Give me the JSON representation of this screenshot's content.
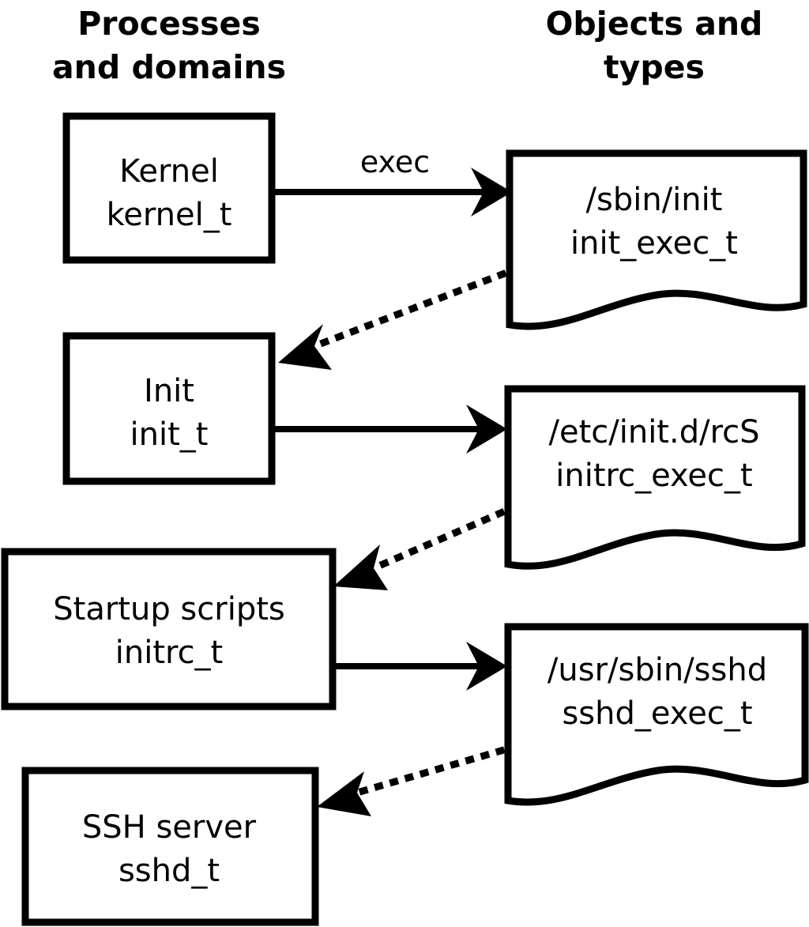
{
  "diagram": {
    "title_columns": {
      "left": "Processes\nand domains",
      "left_line1": "Processes",
      "left_line2": "and domains",
      "right_line1": "Objects and",
      "right_line2": "types"
    },
    "process_nodes": [
      {
        "id": "kernel",
        "name_line1": "Kernel",
        "name_line2": "kernel_t",
        "shape": "rectangle"
      },
      {
        "id": "init",
        "name_line1": "Init",
        "name_line2": "init_t",
        "shape": "rectangle"
      },
      {
        "id": "initrc",
        "name_line1": "Startup scripts",
        "name_line2": "initrc_t",
        "shape": "rectangle"
      },
      {
        "id": "sshd",
        "name_line1": "SSH server",
        "name_line2": "sshd_t",
        "shape": "rectangle"
      }
    ],
    "object_nodes": [
      {
        "id": "init_exec",
        "path_line1": "/sbin/init",
        "type_line2": "init_exec_t",
        "shape": "document"
      },
      {
        "id": "initrc_exec",
        "path_line1": "/etc/init.d/rcS",
        "type_line2": "initrc_exec_t",
        "shape": "document"
      },
      {
        "id": "sshd_exec",
        "path_line1": "/usr/sbin/sshd",
        "type_line2": "sshd_exec_t",
        "shape": "document"
      }
    ],
    "edges": [
      {
        "id": "kernel-exec-init_exec",
        "from": "kernel",
        "to": "init_exec",
        "style": "solid",
        "label": "exec"
      },
      {
        "id": "init_exec-transition-init",
        "from": "init_exec",
        "to": "init",
        "style": "dotted",
        "label": ""
      },
      {
        "id": "init-exec-initrc_exec",
        "from": "init",
        "to": "initrc_exec",
        "style": "solid",
        "label": ""
      },
      {
        "id": "initrc_exec-transition-initrc",
        "from": "initrc_exec",
        "to": "initrc",
        "style": "dotted",
        "label": ""
      },
      {
        "id": "initrc-exec-sshd_exec",
        "from": "initrc",
        "to": "sshd_exec",
        "style": "solid",
        "label": ""
      },
      {
        "id": "sshd_exec-transition-sshd",
        "from": "sshd_exec",
        "to": "sshd",
        "style": "dotted",
        "label": ""
      }
    ],
    "colors": {
      "background": "#ffffff",
      "stroke": "#000000",
      "text": "#000000"
    }
  }
}
